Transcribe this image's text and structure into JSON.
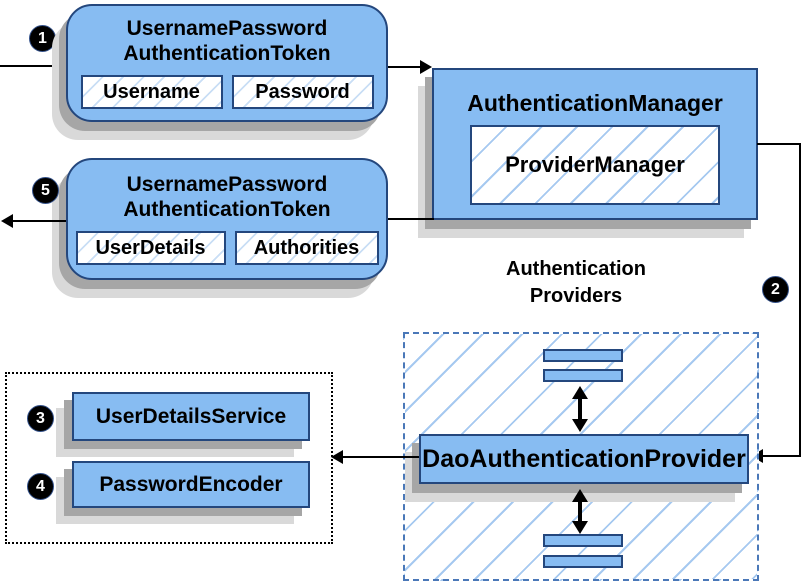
{
  "colors": {
    "box_fill": "#87bcf2",
    "box_border": "#24477d",
    "hatch_line": "#a6c9f0",
    "hatch_line_light": "#c9def5",
    "dashed_border": "#4a78b8",
    "shadow_dark": "#a6a6a6",
    "shadow_light": "#d9d9d9",
    "badge_bg": "#000000",
    "badge_text": "#ffffff",
    "line_color": "#000000"
  },
  "steps": [
    "1",
    "2",
    "3",
    "4",
    "5"
  ],
  "token_request": {
    "title_line1": "UsernamePassword",
    "title_line2": "AuthenticationToken",
    "fields": [
      "Username",
      "Password"
    ]
  },
  "token_response": {
    "title_line1": "UsernamePassword",
    "title_line2": "AuthenticationToken",
    "fields": [
      "UserDetails",
      "Authorities"
    ]
  },
  "auth_manager": {
    "title": "AuthenticationManager",
    "implementation": "ProviderManager"
  },
  "providers": {
    "label_line1": "Authentication",
    "label_line2": "Providers",
    "main_provider": "DaoAuthenticationProvider"
  },
  "services": {
    "items": [
      "UserDetailsService",
      "PasswordEncoder"
    ]
  }
}
